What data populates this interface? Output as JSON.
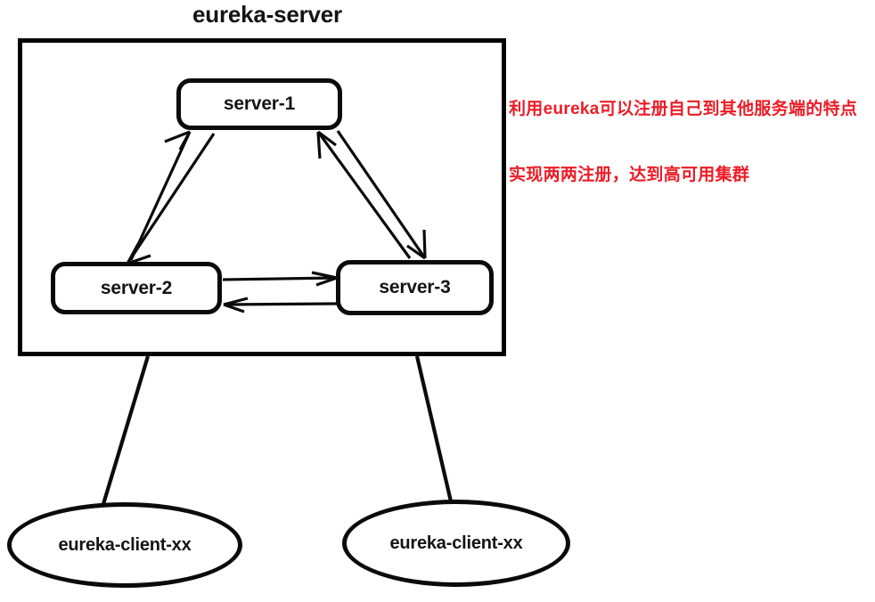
{
  "diagram": {
    "title": "eureka-server",
    "container_label": "eureka-server",
    "nodes": {
      "server_1": "server-1",
      "server_2": "server-2",
      "server_3": "server-3",
      "client_1": "eureka-client-xx",
      "client_2": "eureka-client-xx"
    },
    "annotations": {
      "note_1": "利用eureka可以注册自己到其他服务端的特点",
      "note_2": "实现两两注册，达到高可用集群"
    },
    "colors": {
      "stroke": "#0b0b0b",
      "annotation_red": "#ec1c26",
      "background": "#ffffff",
      "text": "#141414"
    },
    "edges": [
      {
        "from": "server-2",
        "to": "server-1",
        "style": "arrow"
      },
      {
        "from": "server-1",
        "to": "server-2",
        "style": "arrow"
      },
      {
        "from": "server-3",
        "to": "server-1",
        "style": "arrow"
      },
      {
        "from": "server-1",
        "to": "server-3",
        "style": "arrow"
      },
      {
        "from": "server-2",
        "to": "server-3",
        "style": "arrow"
      },
      {
        "from": "server-3",
        "to": "server-2",
        "style": "arrow"
      },
      {
        "from": "eureka-server",
        "to": "eureka-client-xx",
        "style": "plain-line"
      },
      {
        "from": "eureka-server",
        "to": "eureka-client-xx",
        "style": "plain-line"
      }
    ]
  }
}
